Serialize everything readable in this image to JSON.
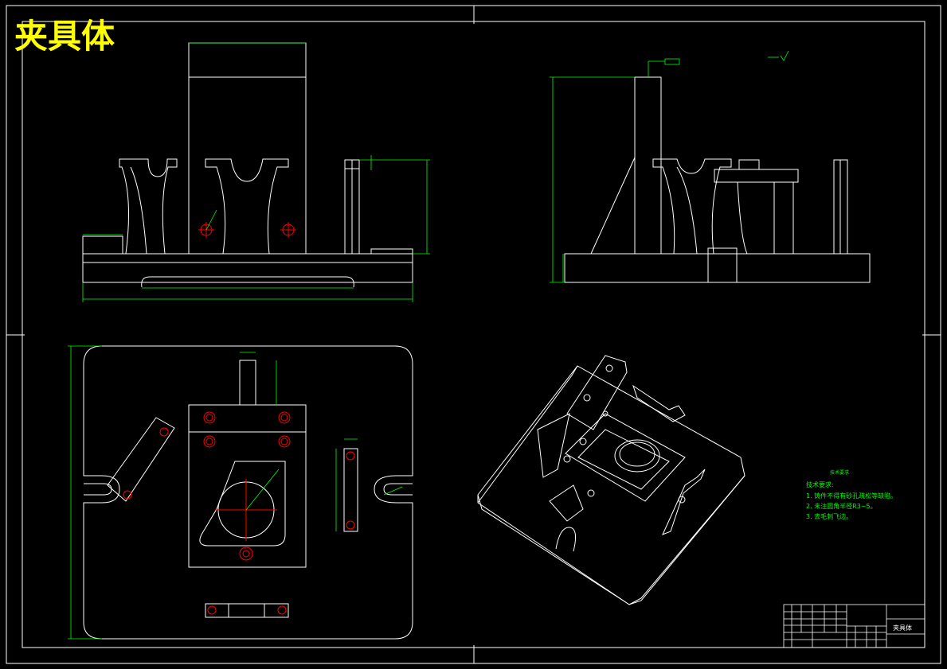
{
  "drawing": {
    "title": "夹具体",
    "title_color": "#ffff00",
    "line_color": "#ffffff",
    "dim_color": "#00ff00",
    "center_color": "#ff0000",
    "background": "#000000"
  },
  "tech_req": {
    "heading": "技术要求",
    "title": "技术要求:",
    "items": [
      "1. 铸件不得有砂孔疏松等缺陷。",
      "2. 未注圆角半径R3~5。",
      "3. 去毛刺飞边。"
    ]
  },
  "title_block": {
    "part_name": "夹具体"
  }
}
